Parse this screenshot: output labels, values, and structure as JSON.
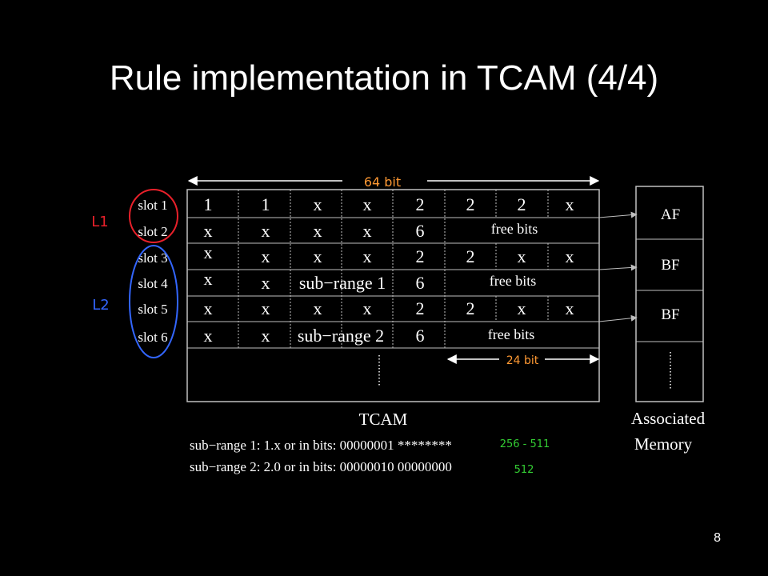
{
  "slide": {
    "title": "Rule implementation in TCAM (4/4)",
    "page_number": "8"
  },
  "colors": {
    "background": "#000000",
    "text": "#ffffff",
    "grid": "#bfbfbf",
    "orange": "#ff9933",
    "green": "#33cc33",
    "red_circle": "#e8202a",
    "blue_circle": "#3366ff"
  },
  "diagram": {
    "width_label": "64 bit",
    "free_width_label": "24 bit",
    "group_labels": [
      "L1",
      "L2"
    ],
    "slots": [
      "slot 1",
      "slot 2",
      "slot 3",
      "slot 4",
      "slot 5",
      "slot 6"
    ],
    "rows": [
      [
        "1",
        "1",
        "x",
        "x",
        "2",
        "2",
        "2",
        "x"
      ],
      [
        "x",
        "x",
        "x",
        "x",
        "6",
        "free bits"
      ],
      [
        "x",
        "x",
        "x",
        "x",
        "2",
        "2",
        "x",
        "x"
      ],
      [
        "x",
        "x",
        "sub−range 1",
        "6",
        "free bits"
      ],
      [
        "x",
        "x",
        "x",
        "x",
        "2",
        "2",
        "x",
        "x"
      ],
      [
        "x",
        "x",
        "sub−range 2",
        "6",
        "free bits"
      ]
    ],
    "tcam_label": "TCAM",
    "memory_entries": [
      "AF",
      "BF",
      "BF"
    ],
    "memory_label_line1": "Associated",
    "memory_label_line2": "Memory",
    "notes": [
      {
        "text": "sub−range 1: 1.x or in bits: 00000001 ********",
        "range": "256 - 511"
      },
      {
        "text": "sub−range 2: 2.0 or in bits: 00000010 00000000",
        "range": "512"
      }
    ]
  }
}
